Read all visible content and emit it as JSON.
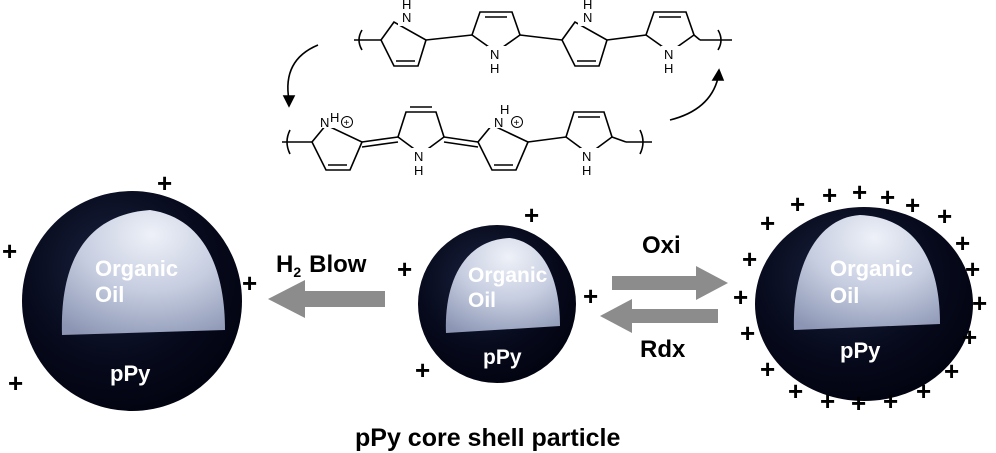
{
  "polymer": {
    "top_chain": {
      "nh_labels": [
        "N",
        "N",
        "N",
        "N"
      ],
      "h_labels": [
        "H",
        "H",
        "H",
        "H"
      ]
    },
    "bottom_chain": {
      "nh_labels": [
        "N",
        "N",
        "N",
        "N"
      ],
      "h_labels": [
        "H",
        "H",
        "H",
        "H"
      ],
      "charge": "+"
    }
  },
  "particles": {
    "left": {
      "core_text_1": "Organic",
      "core_text_2": "Oil",
      "shell_text": "pPy"
    },
    "middle": {
      "core_text_1": "Organic",
      "core_text_2": "Oil",
      "shell_text": "pPy"
    },
    "right": {
      "core_text_1": "Organic",
      "core_text_2": "Oil",
      "shell_text": "pPy"
    }
  },
  "arrows": {
    "blow": {
      "prefix": "H",
      "subscript": "2",
      "suffix": "Blow"
    },
    "oxidation": "Oxi",
    "reduction": "Rdx"
  },
  "charge_symbol": "+",
  "caption": "pPy core shell particle",
  "colors": {
    "shell": "#05081c",
    "core": "#c9d0e2",
    "arrow": "#8c8c8c",
    "bond": "#000000"
  }
}
